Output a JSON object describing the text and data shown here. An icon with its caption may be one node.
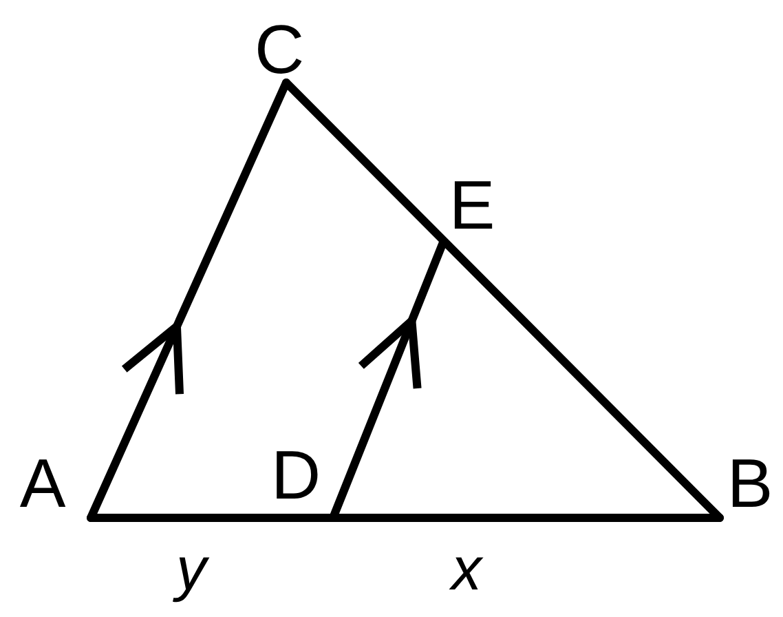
{
  "diagram": {
    "nodes": [
      {
        "text": [
          "C"
        ]
      },
      {
        "text": [
          "E"
        ]
      },
      {
        "text": [
          "A"
        ]
      },
      {
        "text": [
          "D"
        ]
      },
      {
        "text": [
          "B"
        ]
      }
    ],
    "edges": [
      {
        "from": 2,
        "to": 0,
        "arrow": "none"
      },
      {
        "from": 0,
        "to": 4,
        "arrow": "none"
      },
      {
        "from": 2,
        "to": 3,
        "arrow": "none",
        "label": "y"
      },
      {
        "from": 3,
        "to": 4,
        "arrow": "none",
        "label": "x"
      },
      {
        "from": 3,
        "to": 1,
        "arrow": "none"
      }
    ]
  }
}
